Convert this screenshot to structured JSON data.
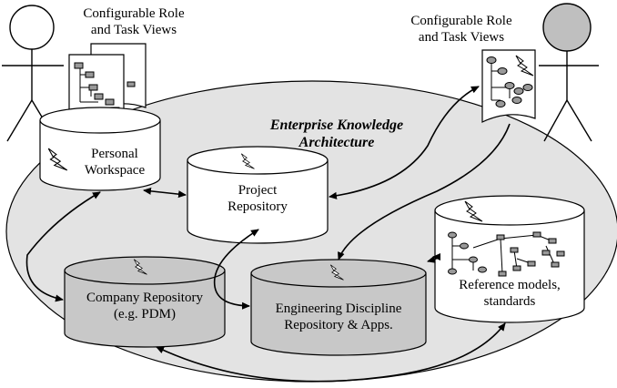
{
  "title": {
    "line1": "Enterprise Knowledge",
    "line2": "Architecture"
  },
  "views_left": {
    "line1": "Configurable Role",
    "line2": "and Task Views"
  },
  "views_right": {
    "line1": "Configurable Role",
    "line2": "and Task Views"
  },
  "repositories": {
    "personal_workspace": {
      "line1": "Personal",
      "line2": "Workspace"
    },
    "project": {
      "line1": "Project",
      "line2": "Repository"
    },
    "company": {
      "line1": "Company Repository",
      "line2": "(e.g. PDM)"
    },
    "engineering": {
      "line1": "Engineering Discipline",
      "line2": "Repository & Apps."
    },
    "reference": {
      "line1": "Reference models,",
      "line2": "standards"
    }
  },
  "icons": [
    "stick-figure-icon",
    "document-icon",
    "cylinder-icon",
    "lightning-icon",
    "tree-icon"
  ],
  "colors": {
    "ellipse_fill": "#e3e3e3",
    "db_shaded": "#c8c8c8",
    "head_right": "#bfbfbf",
    "line": "#000000"
  }
}
